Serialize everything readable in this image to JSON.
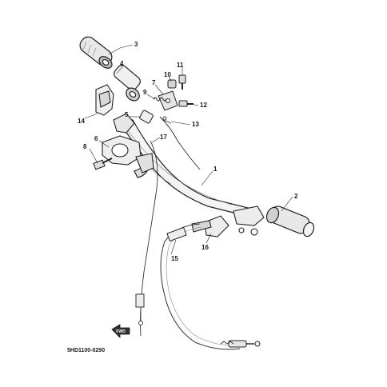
{
  "diagram": {
    "part_code": "5HD1100-0290",
    "fwd_marker": "FWD",
    "callouts": {
      "c1": "1",
      "c2": "2",
      "c3": "3",
      "c4": "4",
      "c5": "5",
      "c6": "6",
      "c7": "7",
      "c8": "8",
      "c9": "9",
      "c10": "10",
      "c11": "11",
      "c12": "12",
      "c13": "13",
      "c14": "14",
      "c15": "15",
      "c16": "16",
      "c17": "17"
    }
  }
}
